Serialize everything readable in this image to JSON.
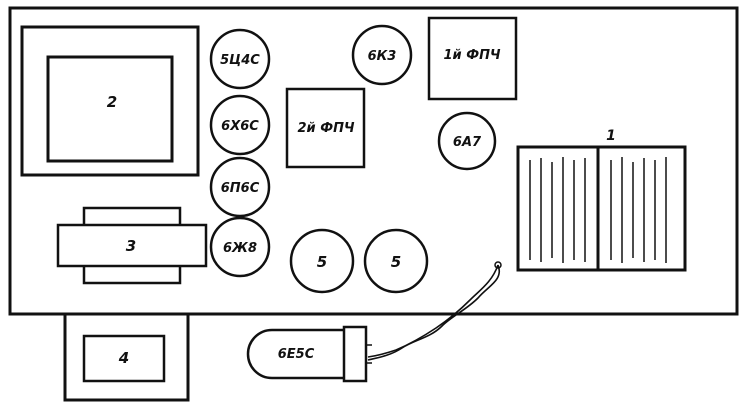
{
  "labels": {
    "transformer_main": "2",
    "choke": "3",
    "small_transformer": "4",
    "if_transformer_1": "1й ФПЧ",
    "if_transformer_2": "2й ФПЧ",
    "variable_capacitor": "1",
    "tube_5c4s": "5Ц4С",
    "tube_6h6s": "6Х6С",
    "tube_6p6s": "6П6С",
    "tube_6zh8": "6Ж8",
    "tube_6k3": "6К3",
    "tube_6a7": "6А7",
    "cap_left": "5",
    "cap_right": "5",
    "tuning_indicator": "6Е5С"
  }
}
